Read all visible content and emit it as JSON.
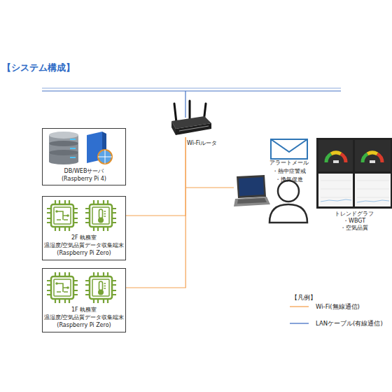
{
  "diagram": {
    "title": "【システム構成】",
    "nodes": [
      {
        "text": [
          "Wi-Fiルータ"
        ]
      },
      {
        "text": [
          "DB/WEBサーバ",
          "(Raspberry Pi 4)"
        ]
      },
      {
        "text": [
          "2F 執務室",
          "温湿度/空気品質データ収集端末",
          "(Raspberry Pi Zero)"
        ]
      },
      {
        "text": [
          "1F 執務室",
          "温湿度/空気品質データ収集端末",
          "(Raspberry Pi Zero)"
        ]
      },
      {
        "text": [
          "アラートメール",
          "・熱中症警戒",
          "・換気促進"
        ]
      },
      {
        "text": [
          "トレンドグラフ",
          "・WBGT",
          "・空気品質"
        ]
      }
    ],
    "edges": [
      {
        "from": 0,
        "to": 2,
        "arrow": "none"
      },
      {
        "from": 0,
        "to": 3,
        "arrow": "none"
      }
    ],
    "labels": [
      "【凡例】"
    ],
    "legend": [
      {
        "text": "Wi-Fi(無線通信)"
      },
      {
        "text": "LANケーブル(有線通信)"
      }
    ]
  }
}
